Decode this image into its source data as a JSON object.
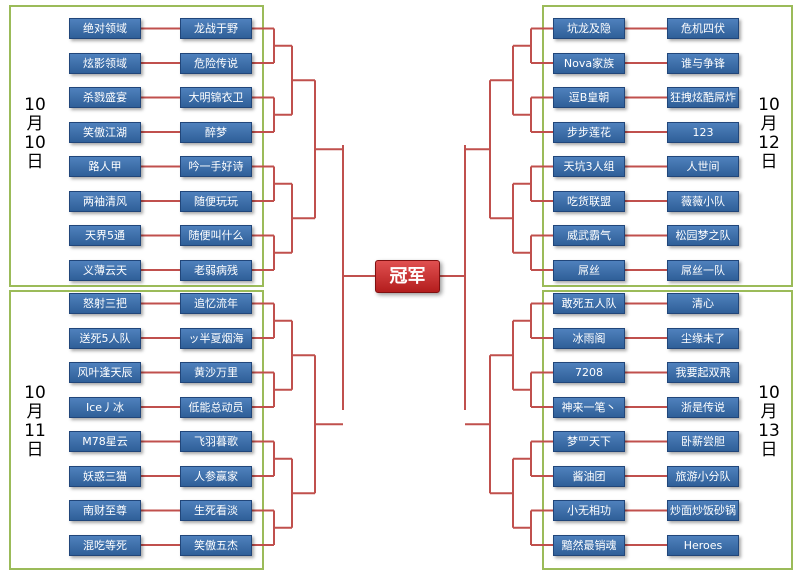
{
  "champion_label": "冠军",
  "groups": [
    {
      "id": "tl",
      "date_label": "10月10日",
      "matches": [
        [
          "绝对领域",
          "龙战于野"
        ],
        [
          "炫影领域",
          "危险传说"
        ],
        [
          "杀戮盛宴",
          "大明锦衣卫"
        ],
        [
          "笑傲江湖",
          "醉梦"
        ],
        [
          "路人甲",
          "吟一手好诗"
        ],
        [
          "两袖清风",
          "随便玩玩"
        ],
        [
          "天界5通",
          "随便叫什么"
        ],
        [
          "义薄云天",
          "老弱病残"
        ]
      ]
    },
    {
      "id": "bl",
      "date_label": "10月11日",
      "matches": [
        [
          "怒射三把",
          "追忆流年"
        ],
        [
          "送死5人队",
          "ッ半夏烟海"
        ],
        [
          "风叶逢天辰",
          "黄沙万里"
        ],
        [
          "Ice丿冰",
          "低能总动员"
        ],
        [
          "M78星云",
          "飞羽暮歌"
        ],
        [
          "妖惑三猫",
          "人参赢家"
        ],
        [
          "南财至尊",
          "生死看淡"
        ],
        [
          "混吃等死",
          "笑傲五杰"
        ]
      ]
    },
    {
      "id": "tr",
      "date_label": "10月12日",
      "matches": [
        [
          "危机四伏",
          "坑龙及隐"
        ],
        [
          "谁与争锋",
          "Nova家族"
        ],
        [
          "狂拽炫酷屌炸",
          "逗B皇朝"
        ],
        [
          "123",
          "步步莲花"
        ],
        [
          "人世间",
          "天坑3人组"
        ],
        [
          "薇薇小队",
          "吃货联盟"
        ],
        [
          "松园梦之队",
          "威武霸气"
        ],
        [
          "屌丝一队",
          "屌丝"
        ]
      ]
    },
    {
      "id": "br",
      "date_label": "10月13日",
      "matches": [
        [
          "清心",
          "敢死五人队"
        ],
        [
          "尘缘未了",
          "冰雨阁"
        ],
        [
          "我要起双飛",
          "7208"
        ],
        [
          "浙是传说",
          "神来一笔丶"
        ],
        [
          "卧薪尝胆",
          "梦罒天下"
        ],
        [
          "旅游小分队",
          "酱油团"
        ],
        [
          "炒面炒饭砂锅",
          "小无相功"
        ],
        [
          "Heroes",
          "黯然最销魂"
        ]
      ]
    }
  ],
  "colors": {
    "panel_border": "#9bbb59",
    "team_fill": "#3c6ea8",
    "line": "#c0504d",
    "champion_fill": "#c62f2f"
  }
}
